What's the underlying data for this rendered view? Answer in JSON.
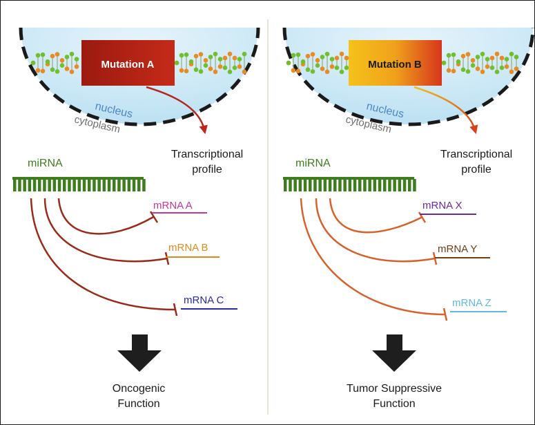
{
  "panels": [
    {
      "mutation_label": "Mutation A",
      "nucleus_label": "nucleus",
      "cytoplasm_label": "cytoplasm",
      "profile_label_line1": "Transcriptional",
      "profile_label_line2": "profile",
      "mirna_label": "miRNA",
      "targets": [
        "mRNA A",
        "mRNA B",
        "mRNA C"
      ],
      "outcome_line1": "Oncogenic",
      "outcome_line2": "Function"
    },
    {
      "mutation_label": "Mutation B",
      "nucleus_label": "nucleus",
      "cytoplasm_label": "cytoplasm",
      "profile_label_line1": "Transcriptional",
      "profile_label_line2": "profile",
      "mirna_label": "miRNA",
      "targets": [
        "mRNA X",
        "mRNA Y",
        "mRNA Z"
      ],
      "outcome_line1": "Tumor Suppressive",
      "outcome_line2": "Function"
    }
  ],
  "colors": {
    "mirna_green": "#3e7d1e",
    "nucleus_text": "#4a86c8",
    "cytoplasm_text": "#6f6f6f",
    "panel1_curves": "#9a2a1a",
    "panel2_curves": "#d8602a",
    "panel1_targets": [
      "#c0399a",
      "#e08a1e",
      "#2a2aa0"
    ],
    "panel2_targets": [
      "#6a2a9a",
      "#6b3e16",
      "#5fb8e0"
    ]
  }
}
